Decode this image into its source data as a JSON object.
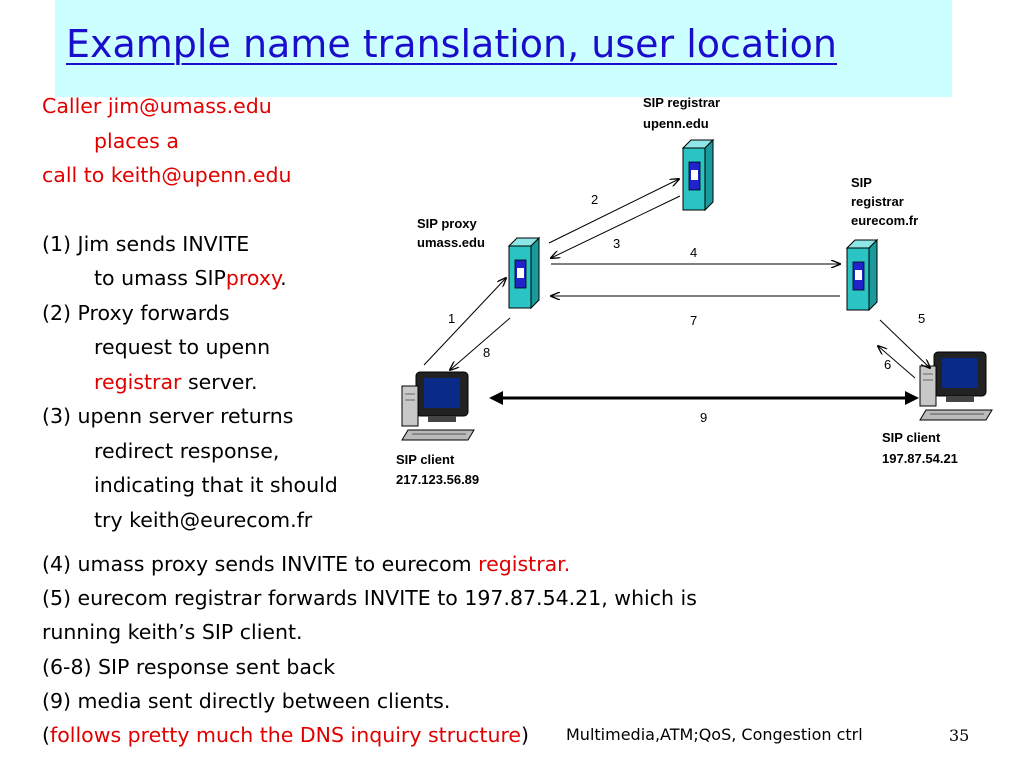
{
  "slide": {
    "title": "Example name translation, user location",
    "left_lines": [
      [
        "Caller jim@umass.edu"
      ],
      [
        "places a"
      ],
      [
        "call to keith@upenn.edu"
      ],
      [
        "(1)  Jim sends INVITE"
      ],
      [
        "to umass SIP",
        "proxy",
        "."
      ],
      [
        "(2) Proxy forwards"
      ],
      [
        "request to upenn"
      ],
      [
        "registrar",
        " server."
      ],
      [
        "(3) upenn server returns"
      ],
      [
        "redirect response,"
      ],
      [
        "indicating that it should"
      ],
      [
        "try keith@eurecom.fr"
      ]
    ],
    "bottom_lines": [
      [
        "(4) umass proxy sends INVITE to eurecom ",
        "registrar."
      ],
      [
        "(5) eurecom registrar forwards INVITE to 197.87.54.21, which is"
      ],
      [
        "running keith’s SIP client."
      ],
      [
        "(6-8) SIP response sent back"
      ],
      [
        "(9) media sent directly between clients."
      ],
      [
        "(",
        "follows pretty much the DNS inquiry structure",
        ")"
      ]
    ],
    "footer": "Multimedia,ATM;QoS, Congestion ctrl",
    "page_number": "35"
  },
  "diagram": {
    "nodes": {
      "upenn_registrar": [
        "SIP registrar",
        "upenn.edu"
      ],
      "eurecom_registrar": [
        "SIP",
        "registrar",
        "eurecom.fr"
      ],
      "umass_proxy": [
        "SIP proxy",
        "umass.edu"
      ],
      "client_jim": [
        "SIP client",
        "217.123.56.89"
      ],
      "client_keith": [
        "SIP client",
        "197.87.54.21"
      ]
    },
    "step_labels": [
      "1",
      "2",
      "3",
      "4",
      "5",
      "6",
      "7",
      "8",
      "9"
    ]
  },
  "colors": {
    "title": "#1a0dcc",
    "title_band": "#ccffff",
    "highlight": "#e00000",
    "server": "#2ac4c4",
    "server_panel": "#2222cc"
  }
}
